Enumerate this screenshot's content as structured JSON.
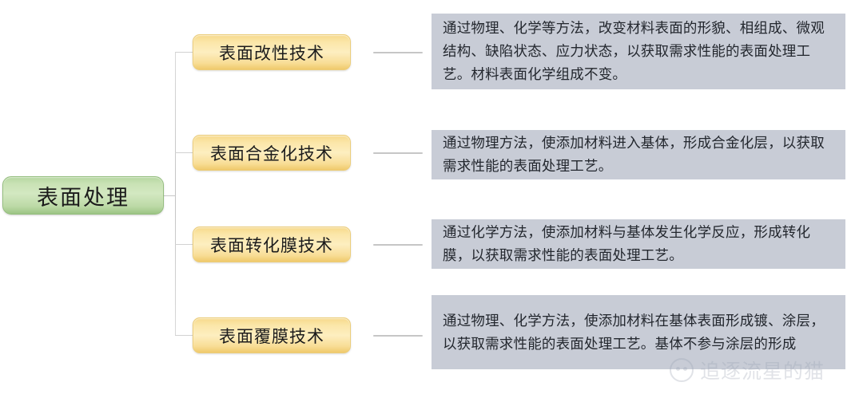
{
  "diagram": {
    "type": "mind-map",
    "root": {
      "label": "表面处理",
      "color": "#c3e0ad"
    },
    "branches": [
      {
        "label": "表面改性技术",
        "color": "#fae3a0",
        "description": "通过物理、化学等方法，改变材料表面的形貌、相组成、微观结构、缺陷状态、应力状态，以获取需求性能的表面处理工艺。材料表面化学组成不变。",
        "description_color": "#c8ccd6"
      },
      {
        "label": "表面合金化技术",
        "color": "#fae3a0",
        "description": "通过物理方法，使添加材料进入基体，形成合金化层，以获取需求性能的表面处理工艺。",
        "description_color": "#c8ccd6"
      },
      {
        "label": "表面转化膜技术",
        "color": "#fae3a0",
        "description": "通过化学方法，使添加材料与基体发生化学反应，形成转化膜，以获取需求性能的表面处理工艺。",
        "description_color": "#c8ccd6"
      },
      {
        "label": "表面覆膜技术",
        "color": "#fae3a0",
        "description": "通过物理、化学方法，使添加材料在基体表面形成镀、涂层，以获取需求性能的表面处理工艺。基体不参与涂层的形成",
        "description_color": "#c8ccd6"
      }
    ]
  },
  "watermark": {
    "text": "追逐流星的猫",
    "logo": "cat-face-circle-icon"
  }
}
